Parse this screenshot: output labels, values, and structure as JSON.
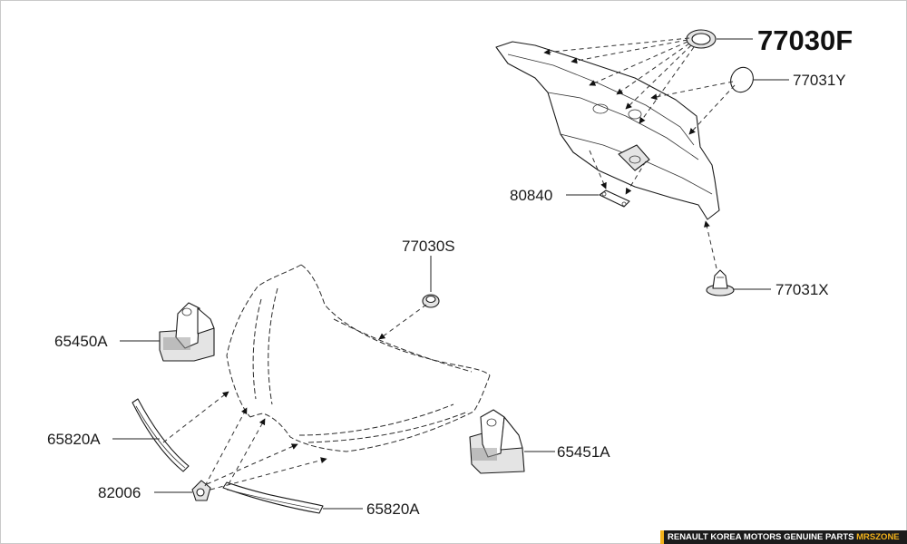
{
  "diagram": {
    "title": "Hood insulator and fasteners",
    "labels": {
      "p77030F": "77030F",
      "p77031Y": "77031Y",
      "p80840": "80840",
      "p77030S": "77030S",
      "p77031X": "77031X",
      "p65450A": "65450A",
      "p65820A_left": "65820A",
      "p65451A": "65451A",
      "p82006": "82006",
      "p65820A_bottom": "65820A"
    }
  },
  "footer": {
    "text": "RENAULT KOREA MOTORS GENUINE PARTS",
    "brand": "MRSZONE"
  },
  "colors": {
    "footer_bg": "#1c1c1c",
    "footer_accent": "#f2b21b",
    "line": "#222222"
  }
}
